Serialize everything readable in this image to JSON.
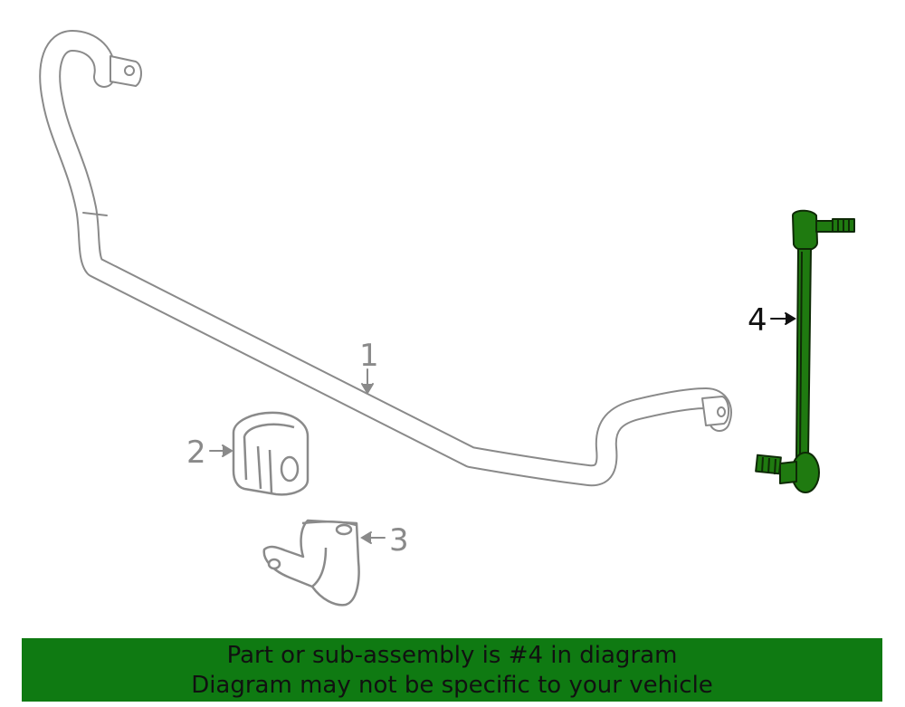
{
  "callouts": {
    "part1": "1",
    "part2": "2",
    "part3": "3",
    "part4": "4"
  },
  "banner": {
    "line1": "Part or sub-assembly is #4 in diagram",
    "line2": "Diagram may not be specific to your vehicle",
    "background": "#0f7a12"
  },
  "colors": {
    "outline": "#8a8a8a",
    "highlight_fill": "#1f7a10",
    "highlight_stroke": "#0e2a06"
  }
}
